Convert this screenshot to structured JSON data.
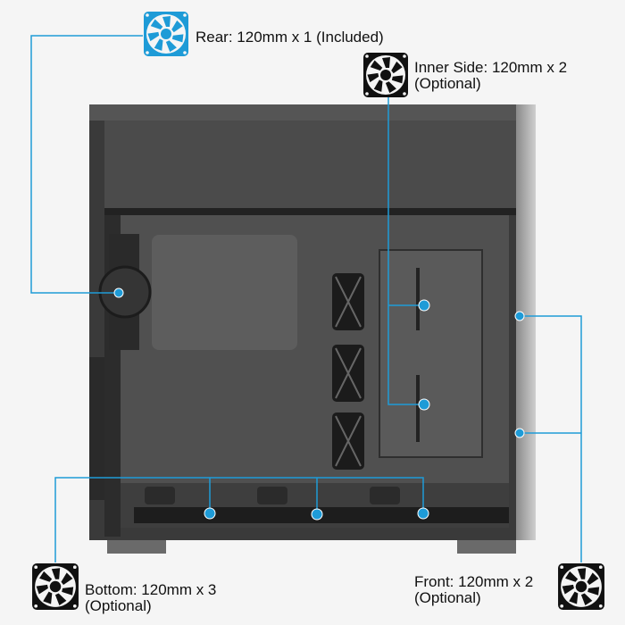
{
  "accent_color": "#1e9bd7",
  "callouts": {
    "rear": {
      "label": "Rear: 120mm x 1 (Included)",
      "icon": "fan-icon",
      "icon_color": "#1e9bd7"
    },
    "inner_side": {
      "line1": "Inner Side: 120mm x 2",
      "line2": "(Optional)",
      "icon": "fan-icon",
      "icon_color": "#111111"
    },
    "bottom": {
      "line1": "Bottom: 120mm x 3",
      "line2": "(Optional)",
      "icon": "fan-icon",
      "icon_color": "#111111"
    },
    "front": {
      "line1": "Front: 120mm x 2",
      "line2": "(Optional)",
      "icon": "fan-icon",
      "icon_color": "#111111"
    }
  }
}
